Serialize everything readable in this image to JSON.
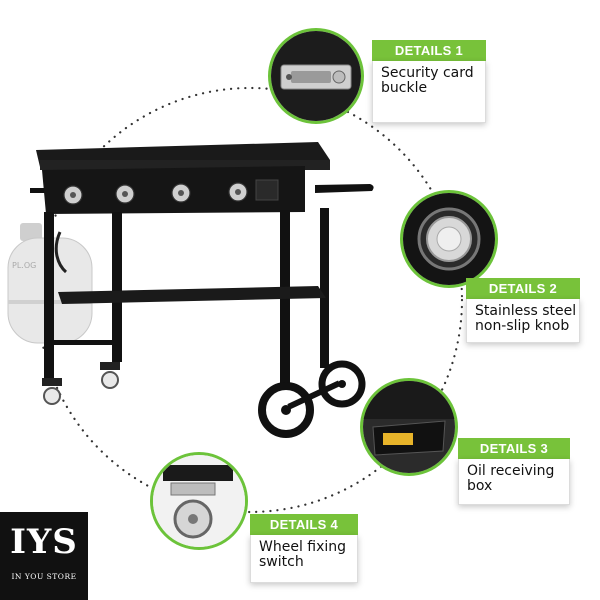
{
  "brand": {
    "logo_mark": "IYS",
    "logo_tagline": "IN YOU STORE"
  },
  "details": [
    {
      "tag": "DETAILS 1",
      "lines": [
        "Security card",
        "buckle"
      ]
    },
    {
      "tag": "DETAILS 2",
      "lines": [
        "Stainless steel",
        "non-slip knob"
      ]
    },
    {
      "tag": "DETAILS 3",
      "lines": [
        "Oil receiving",
        "box"
      ]
    },
    {
      "tag": "DETAILS 4",
      "lines": [
        "Wheel fixing",
        "switch"
      ]
    }
  ],
  "colors": {
    "accent": "#78c23a",
    "ring": "#6cc33a",
    "grill": "#111111",
    "tank": "#e6e6e6",
    "oil": "#e8b42a"
  }
}
